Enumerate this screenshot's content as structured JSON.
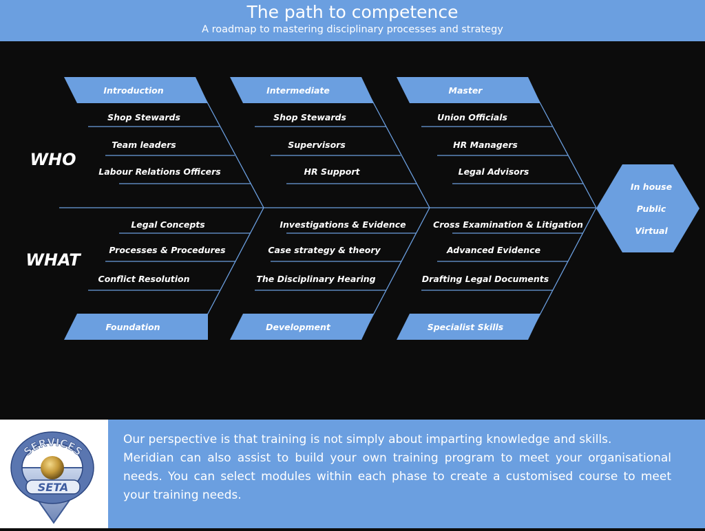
{
  "header": {
    "title": "The path to competence",
    "subtitle": "A roadmap to mastering disciplinary processes and strategy"
  },
  "diagram": {
    "who_label": "WHO",
    "what_label": "WHAT",
    "top_phases": [
      "Introduction",
      "Intermediate",
      "Master"
    ],
    "bottom_phases": [
      "Foundation",
      "Development",
      "Specialist Skills"
    ],
    "who": [
      [
        "Shop Stewards",
        "Team leaders",
        "Labour Relations Officers"
      ],
      [
        "Shop Stewards",
        "Supervisors",
        "HR Support"
      ],
      [
        "Union Officials",
        "HR Managers",
        "Legal Advisors"
      ]
    ],
    "what": [
      [
        "Legal Concepts",
        "Processes & Procedures",
        "Conflict Resolution"
      ],
      [
        "Investigations & Evidence",
        "Case strategy & theory",
        "The Disciplinary Hearing"
      ],
      [
        "Cross Examination & Litigation",
        "Advanced Evidence",
        "Drafting Legal Documents"
      ]
    ],
    "delivery": [
      "In house",
      "Public",
      "Virtual"
    ],
    "color": "#6b9fe0"
  },
  "footer": {
    "logo_text_top": "SERVICES",
    "logo_text_bottom": "SETA",
    "paragraph1": "Our perspective is that training is not simply about imparting knowledge and skills.",
    "paragraph2": "Meridian can also assist to build your own training program to meet your organisational needs. You can select modules within each phase to create a customised course to meet your training needs."
  }
}
